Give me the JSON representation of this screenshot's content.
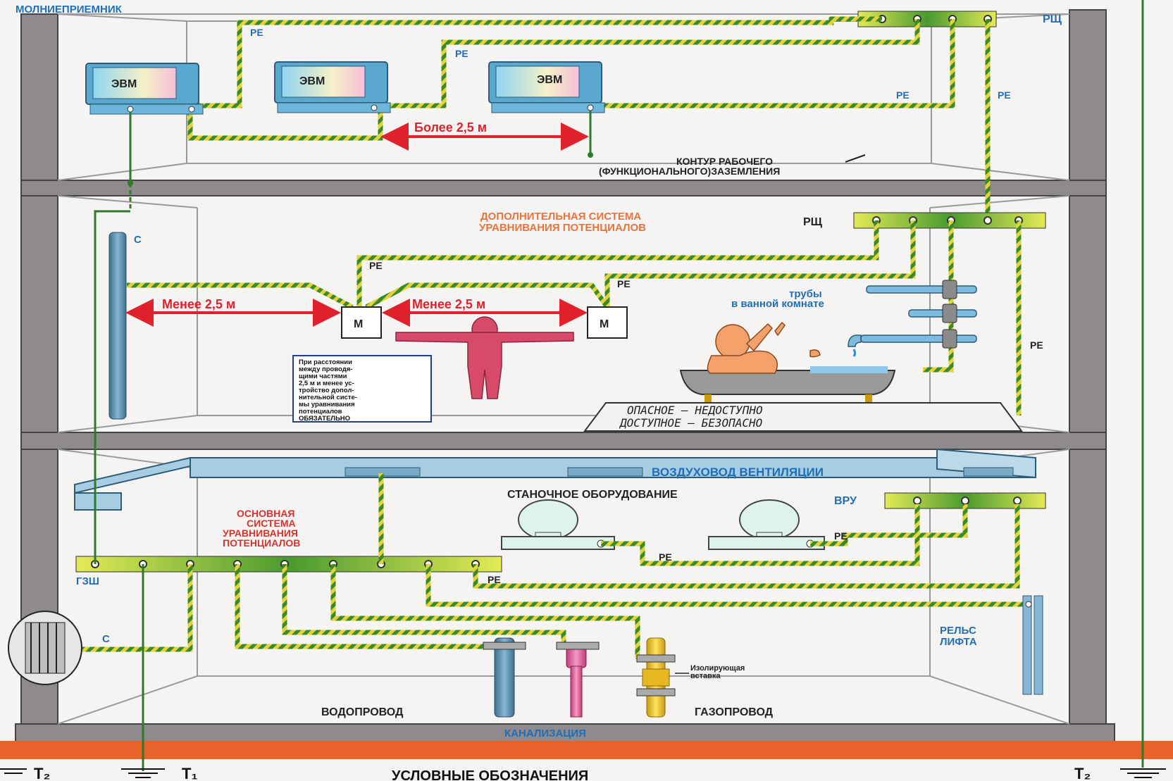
{
  "top": {
    "lightning_rod": "МОЛНИЕПРИЕМНИК",
    "pe": "PE",
    "rsch": "РЩ",
    "computer": "ЭВМ",
    "distance_more": "Более 2,5 м",
    "contour_line1": "КОНТУР РАБОЧЕГО",
    "contour_line2": "(ФУНКЦИОНАЛЬНОГО)ЗАЗЕМЛЕНИЯ"
  },
  "middle": {
    "title_line1": "ДОПОЛНИТЕЛЬНАЯ СИСТЕМА",
    "title_line2": "УРАВНИВАНИЯ ПОТЕНЦИАЛОВ",
    "rsch": "РЩ",
    "pe": "PE",
    "c_label": "С",
    "distance_less": "Менее 2,5 м",
    "m_label": "М",
    "pipes_line1": "трубы",
    "pipes_line2": "в ванной комнате",
    "note_lines": [
      "При расстоянии",
      "между проводя-",
      "щими частями",
      "2,5 м и менее ус-",
      "тройство допол-",
      "нительной систе-",
      "мы уравнивания",
      "потенциалов",
      "ОБЯЗАТЕЛЬНО"
    ],
    "danger_line1": "ОПАСНОЕ – НЕДОСТУПНО",
    "danger_line2": "ДОСТУПНОЕ – БЕЗОПАСНО"
  },
  "bottom": {
    "duct": "ВОЗДУХОВОД ВЕНТИЛЯЦИИ",
    "machines": "СТАНОЧНОЕ ОБОРУДОВАНИЕ",
    "vru": "ВРУ",
    "pe": "PE",
    "main_line1": "ОСНОВНАЯ",
    "main_line2": "СИСТЕМА",
    "main_line3": "УРАВНИВАНИЯ",
    "main_line4": "ПОТЕНЦИАЛОВ",
    "gzsh": "ГЗШ",
    "c_label": "С",
    "lift_line1": "РЕЛЬС",
    "lift_line2": "ЛИФТА",
    "insulating_line1": "Изолирующая",
    "insulating_line2": "вставка",
    "water": "ВОДОПРОВОД",
    "gas": "ГАЗОПРОВОД",
    "sewer": "КАНАЛИЗАЦИЯ"
  },
  "footer": {
    "legend_title": "УСЛОВНЫЕ ОБОЗНАЧЕНИЯ",
    "t2": "T₂",
    "t1": "T₁"
  },
  "colors": {
    "wall": "#8f8a8e",
    "ground": "#e8622a",
    "red_arrow": "#e0202a",
    "label_blue": "#1e6fb8",
    "label_orange": "#e8743a",
    "label_red": "#d6322e",
    "wire_green": "#3f8a2c",
    "bar_yellow": "#d8e04a"
  }
}
